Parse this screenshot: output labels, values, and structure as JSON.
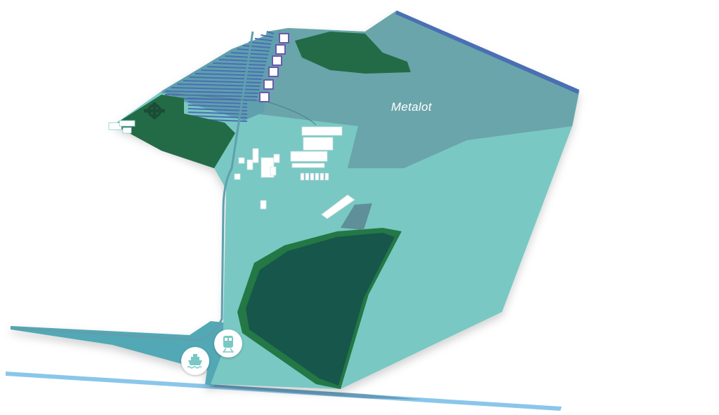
{
  "map": {
    "area_label": "Metalot",
    "poi": [
      {
        "name": "train-station",
        "icon": "train-icon"
      },
      {
        "name": "harbour",
        "icon": "ship-icon"
      }
    ],
    "colors": {
      "site": "#79c8c3",
      "industrial_zone": "#6aa5ab",
      "solar_field": "#5f9fae",
      "green": "#236b46",
      "forest": "#17564b",
      "water": "#52a8b5",
      "river": "#8ac6ea",
      "solar_panel": "#4a6fb3",
      "building_accent": "#6a5aab"
    }
  }
}
